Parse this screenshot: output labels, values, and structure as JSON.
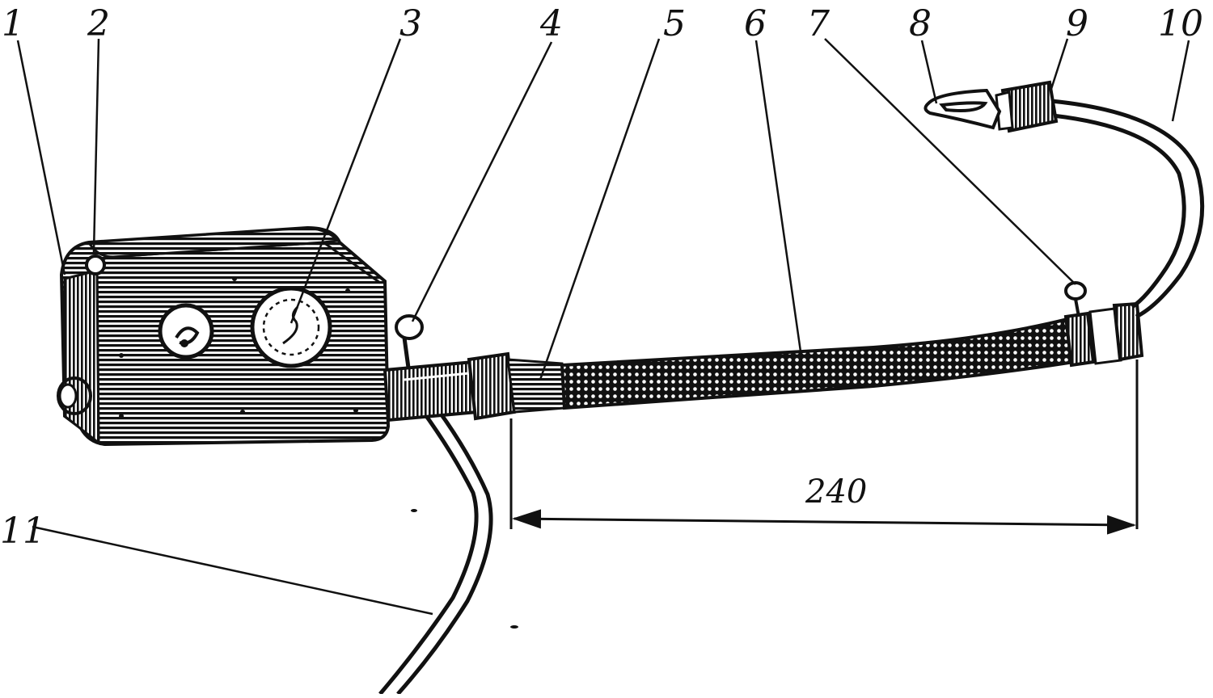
{
  "callouts": [
    {
      "id": "1",
      "label": "1"
    },
    {
      "id": "2",
      "label": "2"
    },
    {
      "id": "3",
      "label": "3"
    },
    {
      "id": "4",
      "label": "4"
    },
    {
      "id": "5",
      "label": "5"
    },
    {
      "id": "6",
      "label": "6"
    },
    {
      "id": "7",
      "label": "7"
    },
    {
      "id": "8",
      "label": "8"
    },
    {
      "id": "9",
      "label": "9"
    },
    {
      "id": "10",
      "label": "10"
    },
    {
      "id": "11",
      "label": "11"
    }
  ],
  "dimension": {
    "label": "240"
  },
  "colors": {
    "ink": "#111111",
    "paper": "#ffffff"
  }
}
